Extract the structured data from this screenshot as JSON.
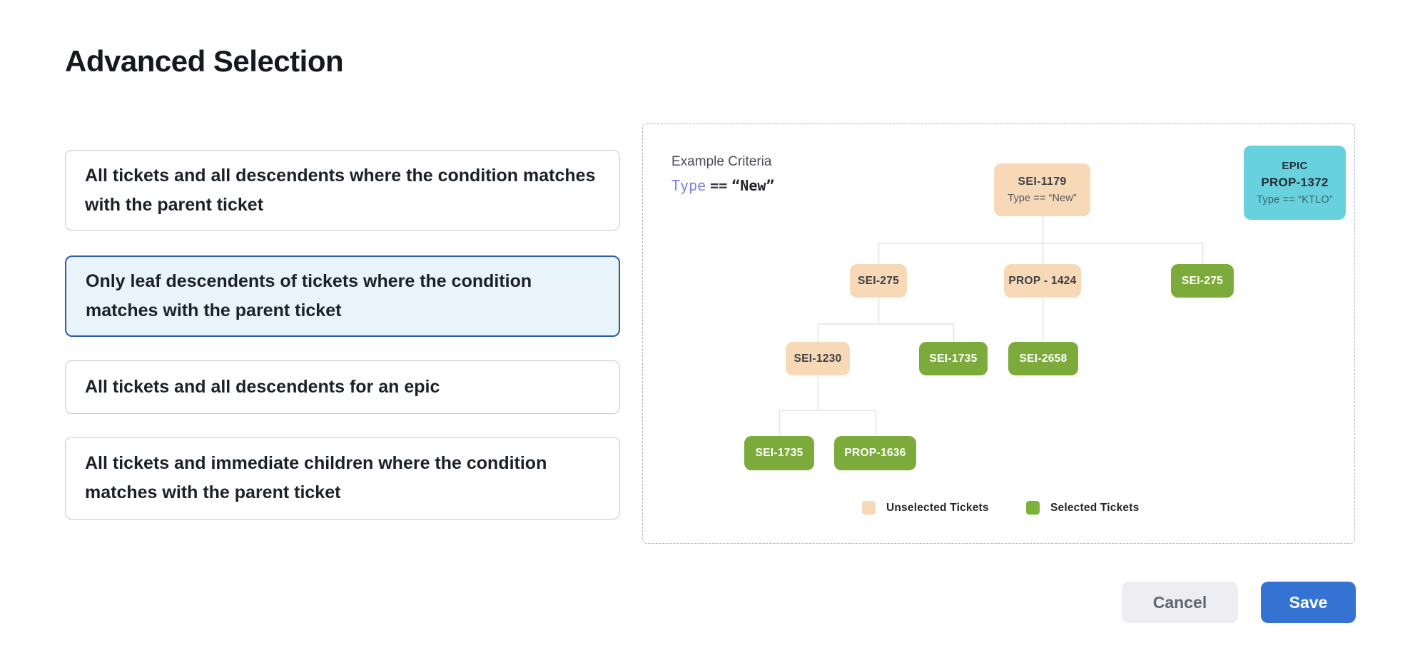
{
  "title": "Advanced Selection",
  "options": [
    {
      "label": "All tickets and all descendents where the condition matches with the parent ticket",
      "selected": false
    },
    {
      "label": "Only leaf descendents of tickets where the condition matches with the parent ticket",
      "selected": true
    },
    {
      "label": "All tickets and all descendents for an epic",
      "selected": false
    },
    {
      "label": "All tickets and immediate children where the condition matches with the parent ticket",
      "selected": false
    }
  ],
  "example_panel": {
    "heading": "Example Criteria",
    "criteria": {
      "field": "Type",
      "operator": "==",
      "value": "“New”"
    },
    "epic_card": {
      "kind": "EPIC",
      "id": "PROP-1372",
      "criteria": "Type == “KTLO”"
    },
    "tree_nodes": [
      {
        "id": "SEI-1179",
        "subtitle": "Type == “New”",
        "state": "unselected"
      },
      {
        "id": "SEI-275",
        "state": "unselected"
      },
      {
        "id": "PROP - 1424",
        "state": "unselected"
      },
      {
        "id": "SEI-275",
        "state": "selected"
      },
      {
        "id": "SEI-1230",
        "state": "unselected"
      },
      {
        "id": "SEI-1735",
        "state": "selected"
      },
      {
        "id": "SEI-2658",
        "state": "selected"
      },
      {
        "id": "SEI-1735",
        "state": "selected"
      },
      {
        "id": "PROP-1636",
        "state": "selected"
      }
    ],
    "legend": [
      {
        "label": "Unselected Tickets",
        "swatch_color": "#f7d9b8"
      },
      {
        "label": "Selected Tickets",
        "swatch_color": "#7cb13c"
      }
    ]
  },
  "footer": {
    "cancel_label": "Cancel",
    "save_label": "Save"
  },
  "colors": {
    "accent_blue": "#3473d1",
    "selected_card_border": "#2b5cad",
    "selected_card_bg": "#e9f3fa",
    "unselected_ticket": "#f7d9b8",
    "selected_ticket": "#7dab3b",
    "epic_card": "#67d2de",
    "connector": "#e4e4e9"
  }
}
